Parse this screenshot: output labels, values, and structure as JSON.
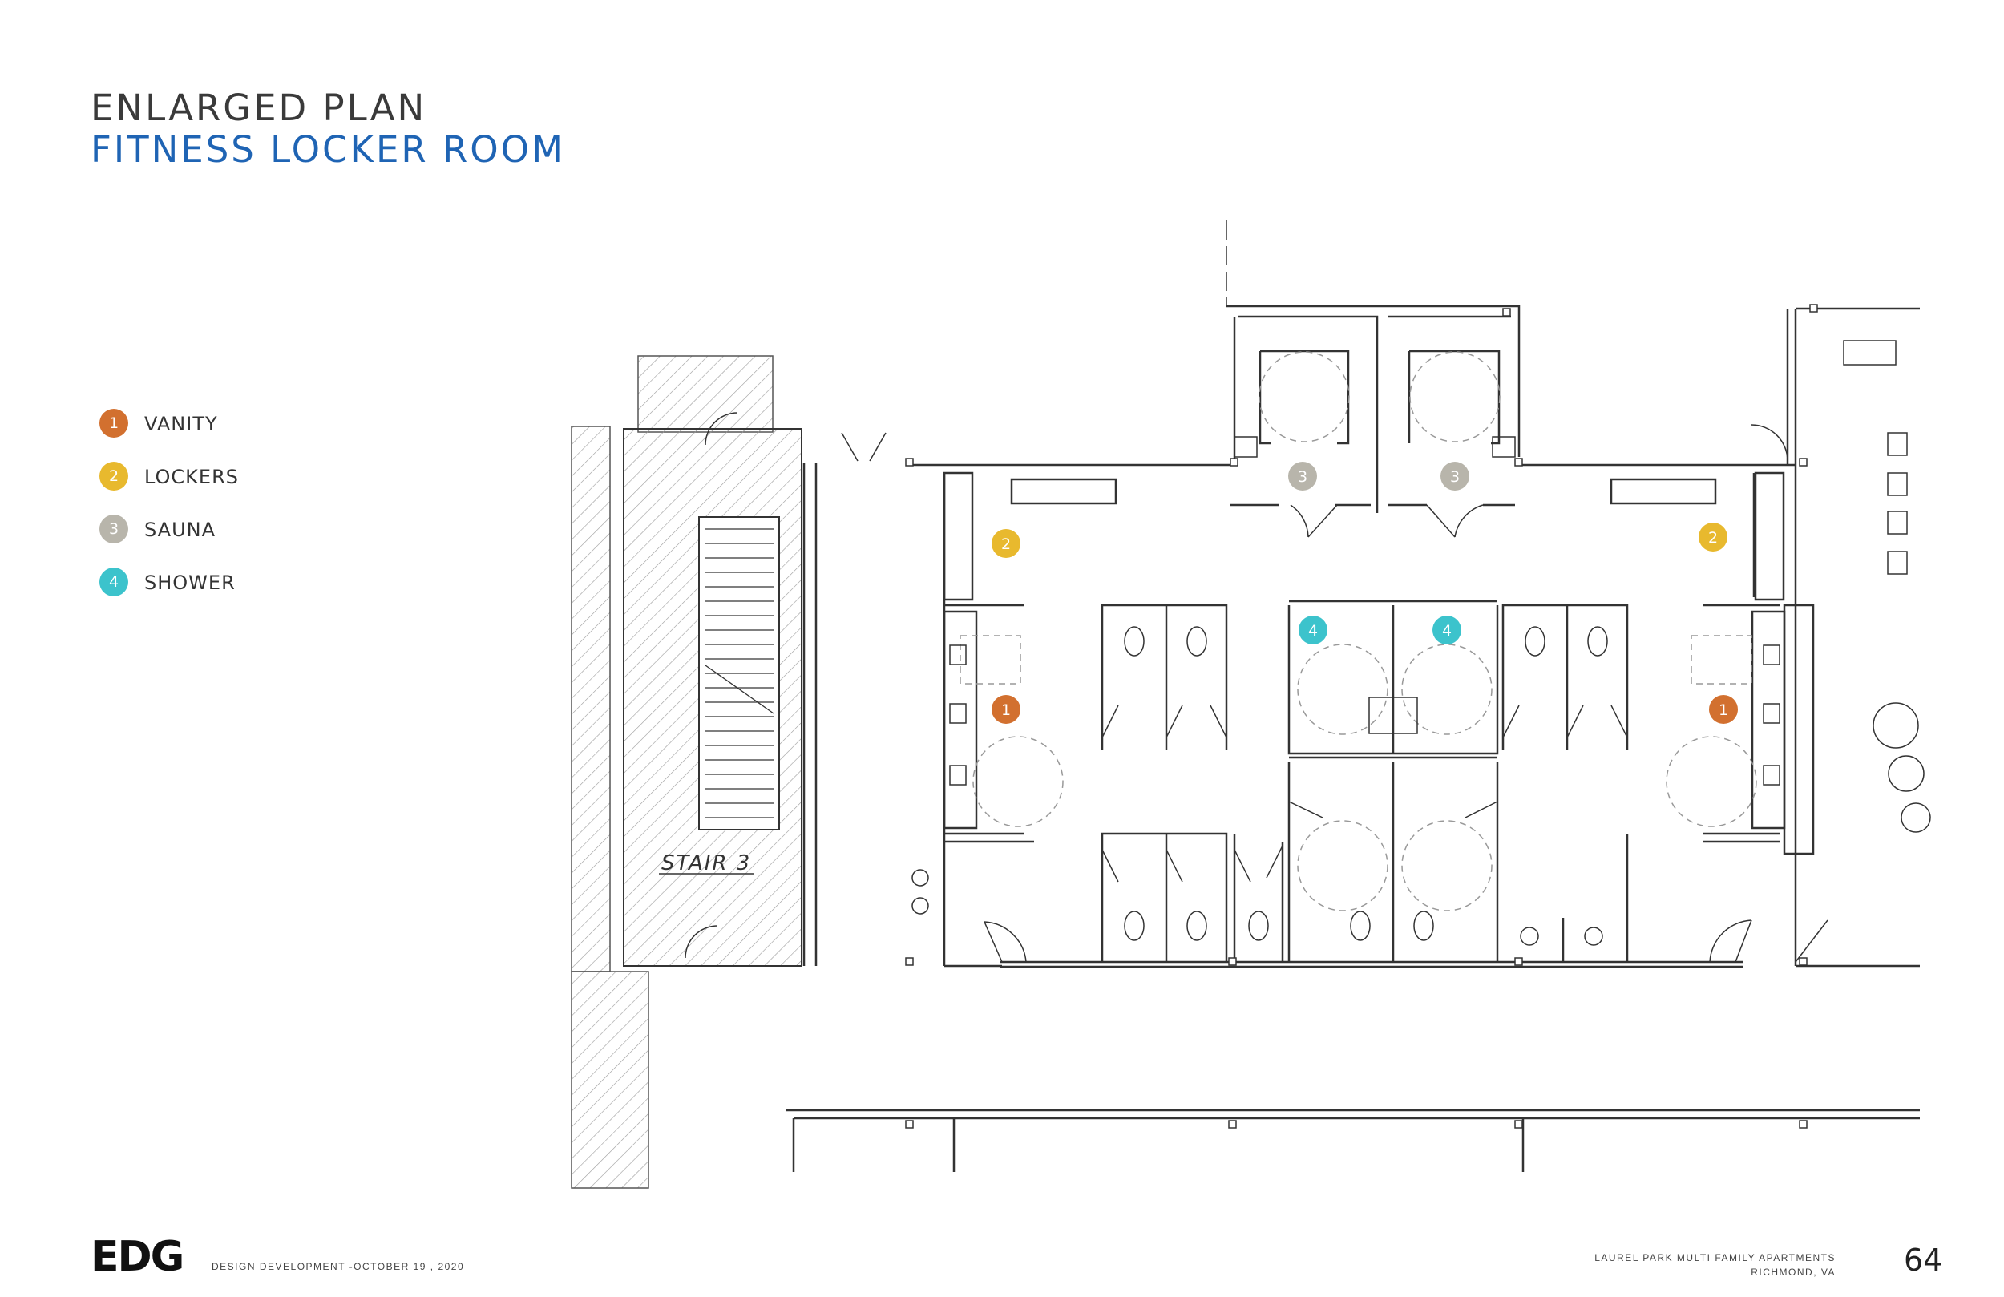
{
  "title": {
    "line1": "ENLARGED PLAN",
    "line2": "FITNESS LOCKER ROOM"
  },
  "legend": [
    {
      "num": "1",
      "label": "VANITY",
      "color": "#d2702f"
    },
    {
      "num": "2",
      "label": "LOCKERS",
      "color": "#e8b92e"
    },
    {
      "num": "3",
      "label": "SAUNA",
      "color": "#b8b5ab"
    },
    {
      "num": "4",
      "label": "SHOWER",
      "color": "#3cc3cc"
    }
  ],
  "plan": {
    "stair_label": "STAIR 3",
    "markers": [
      "1",
      "2",
      "3",
      "4"
    ]
  },
  "footer": {
    "logo": "EDG",
    "phase": "DESIGN DEVELOPMENT -OCTOBER 19 , 2020",
    "project_line1": "LAUREL PARK MULTI FAMILY APARTMENTS",
    "project_line2": "RICHMOND, VA",
    "page_number": "64"
  }
}
